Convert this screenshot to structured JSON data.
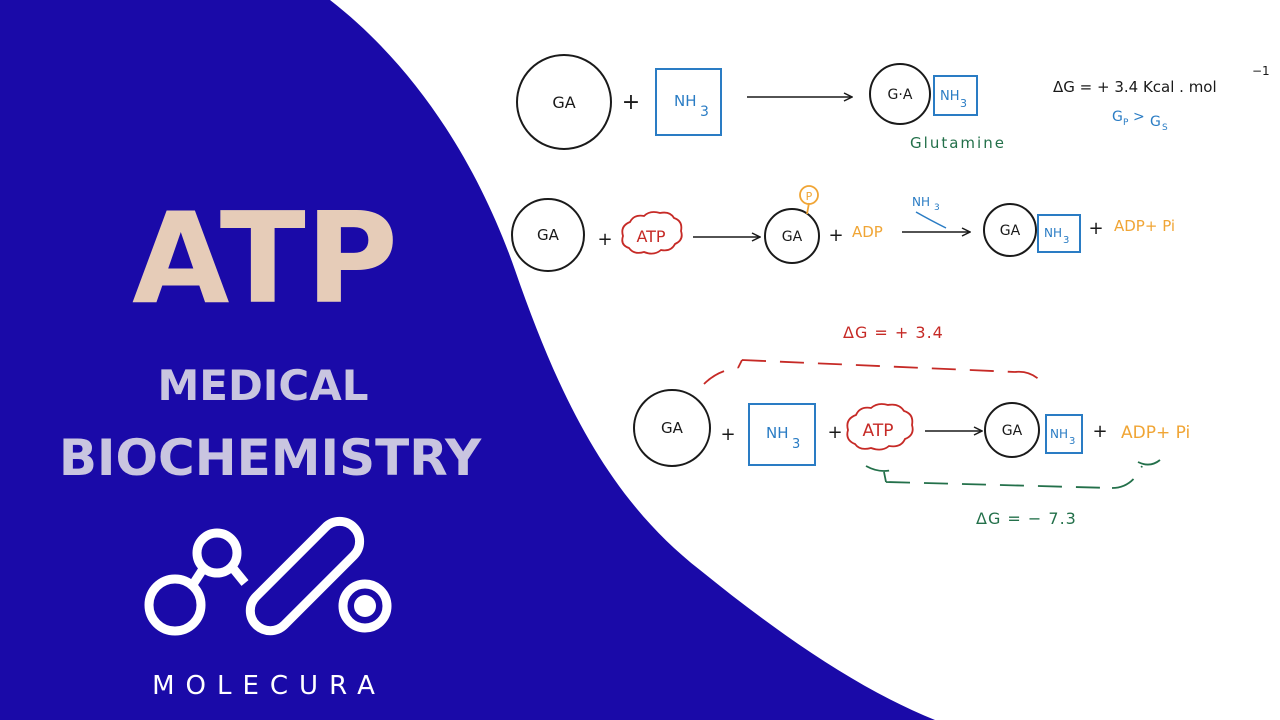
{
  "branding": {
    "title": "ATP",
    "subtitle_line1": "MEDICAL",
    "subtitle_line2": "BIOCHEMISTRY",
    "logo_text": "MOLECURA"
  },
  "colors": {
    "panel_blue": "#1a0aa8",
    "title_beige": "#e6ccb8",
    "subtitle_lavender": "#c9c5e0",
    "ink_black": "#1a1a1a",
    "ink_blue": "#2a7cc4",
    "ink_red": "#c62a26",
    "ink_orange": "#f0a535",
    "ink_green": "#23704a"
  },
  "diagram": {
    "row1": {
      "reactant1": "GA",
      "plus": "+",
      "reactant2": "NH",
      "reactant2_sub": "3",
      "product_circle": "G·A",
      "product_box": "NH",
      "product_box_sub": "3",
      "product_name": "Glutamine",
      "delta_g": "ΔG = + 3.4 Kcal . mol",
      "delta_g_sup": "−1",
      "gp_gs_a": "G",
      "gp_gs_a_sub": "P",
      "gp_gs_rel": ">",
      "gp_gs_b": "G",
      "gp_gs_b_sub": "S"
    },
    "row2": {
      "reactant1": "GA",
      "plus1": "+",
      "atp": "ATP",
      "intermediate": "GA",
      "phosphate": "P",
      "plus2": "+",
      "adp": "ADP",
      "arrow_label": "NH",
      "arrow_label_sub": "3",
      "product_circle": "GA",
      "product_box": "NH",
      "product_box_sub": "3",
      "plus3": "+",
      "byproducts": "ADP+ Pi"
    },
    "row3": {
      "top_delta": "ΔG = + 3.4",
      "reactant1": "GA",
      "plus1": "+",
      "reactant2": "NH",
      "reactant2_sub": "3",
      "plus2": "+",
      "atp": "ATP",
      "product_circle": "GA",
      "product_box": "NH",
      "product_box_sub": "3",
      "plus3": "+",
      "byproducts": "ADP+ Pi",
      "bottom_delta": "ΔG = − 7.3"
    }
  }
}
